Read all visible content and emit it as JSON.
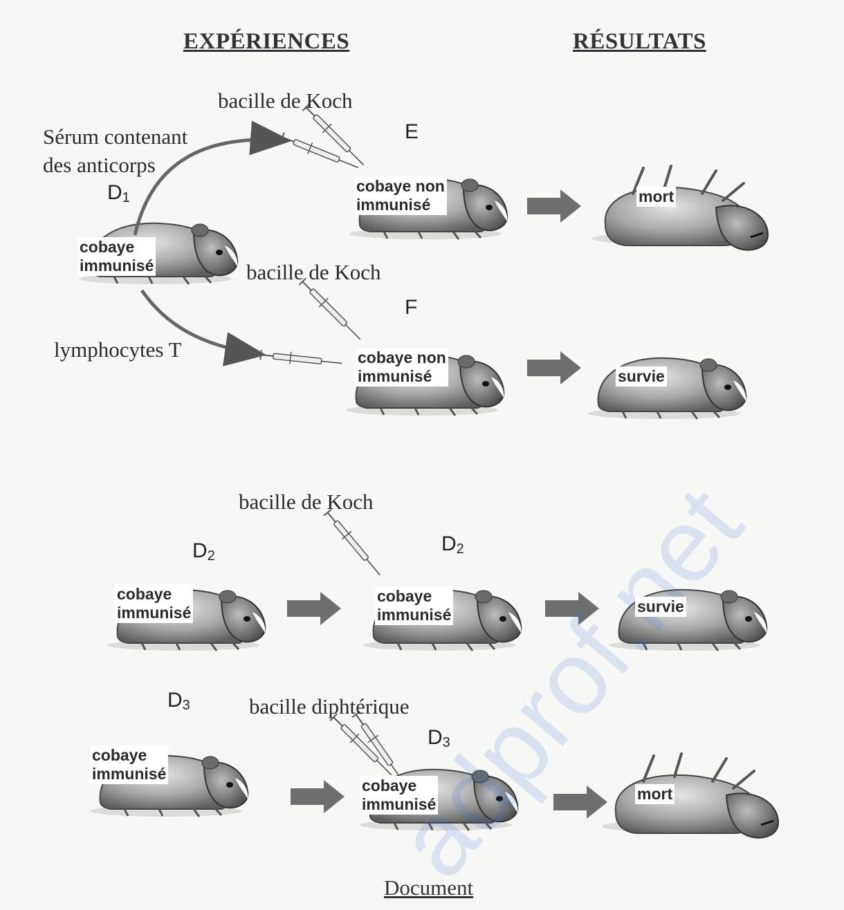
{
  "headers": {
    "experiences": "EXPÉRIENCES",
    "resultats": "RÉSULTATS"
  },
  "labels": {
    "bacille_koch_1": "bacille de Koch",
    "bacille_koch_2": "bacille de Koch",
    "bacille_koch_3": "bacille de Koch",
    "serum": "Sérum contenant\ndes anticorps",
    "lymphocytes": "lymphocytes T",
    "diphterique": "bacille diphtérique"
  },
  "animal_letters": {
    "e": "E",
    "f": "F",
    "d1": "D",
    "d1_sub": "1",
    "d2a": "D",
    "d2a_sub": "2",
    "d2b": "D",
    "d2b_sub": "2",
    "d3a": "D",
    "d3a_sub": "3",
    "d3b": "D",
    "d3b_sub": "3"
  },
  "guinea_pig_labels": {
    "d1": "cobaye\nimmunisé",
    "e": "cobaye non\nimmunisé",
    "f": "cobaye non\nimmunisé",
    "d2a": "cobaye\nimmunisé",
    "d2b": "cobaye\nimmunisé",
    "d3a": "cobaye\nimmunisé",
    "d3b": "cobaye\nimmunisé"
  },
  "results": {
    "e": "mort",
    "f": "survie",
    "d2": "survie",
    "d3": "mort"
  },
  "caption": "Document",
  "watermark": "adprof.net"
}
